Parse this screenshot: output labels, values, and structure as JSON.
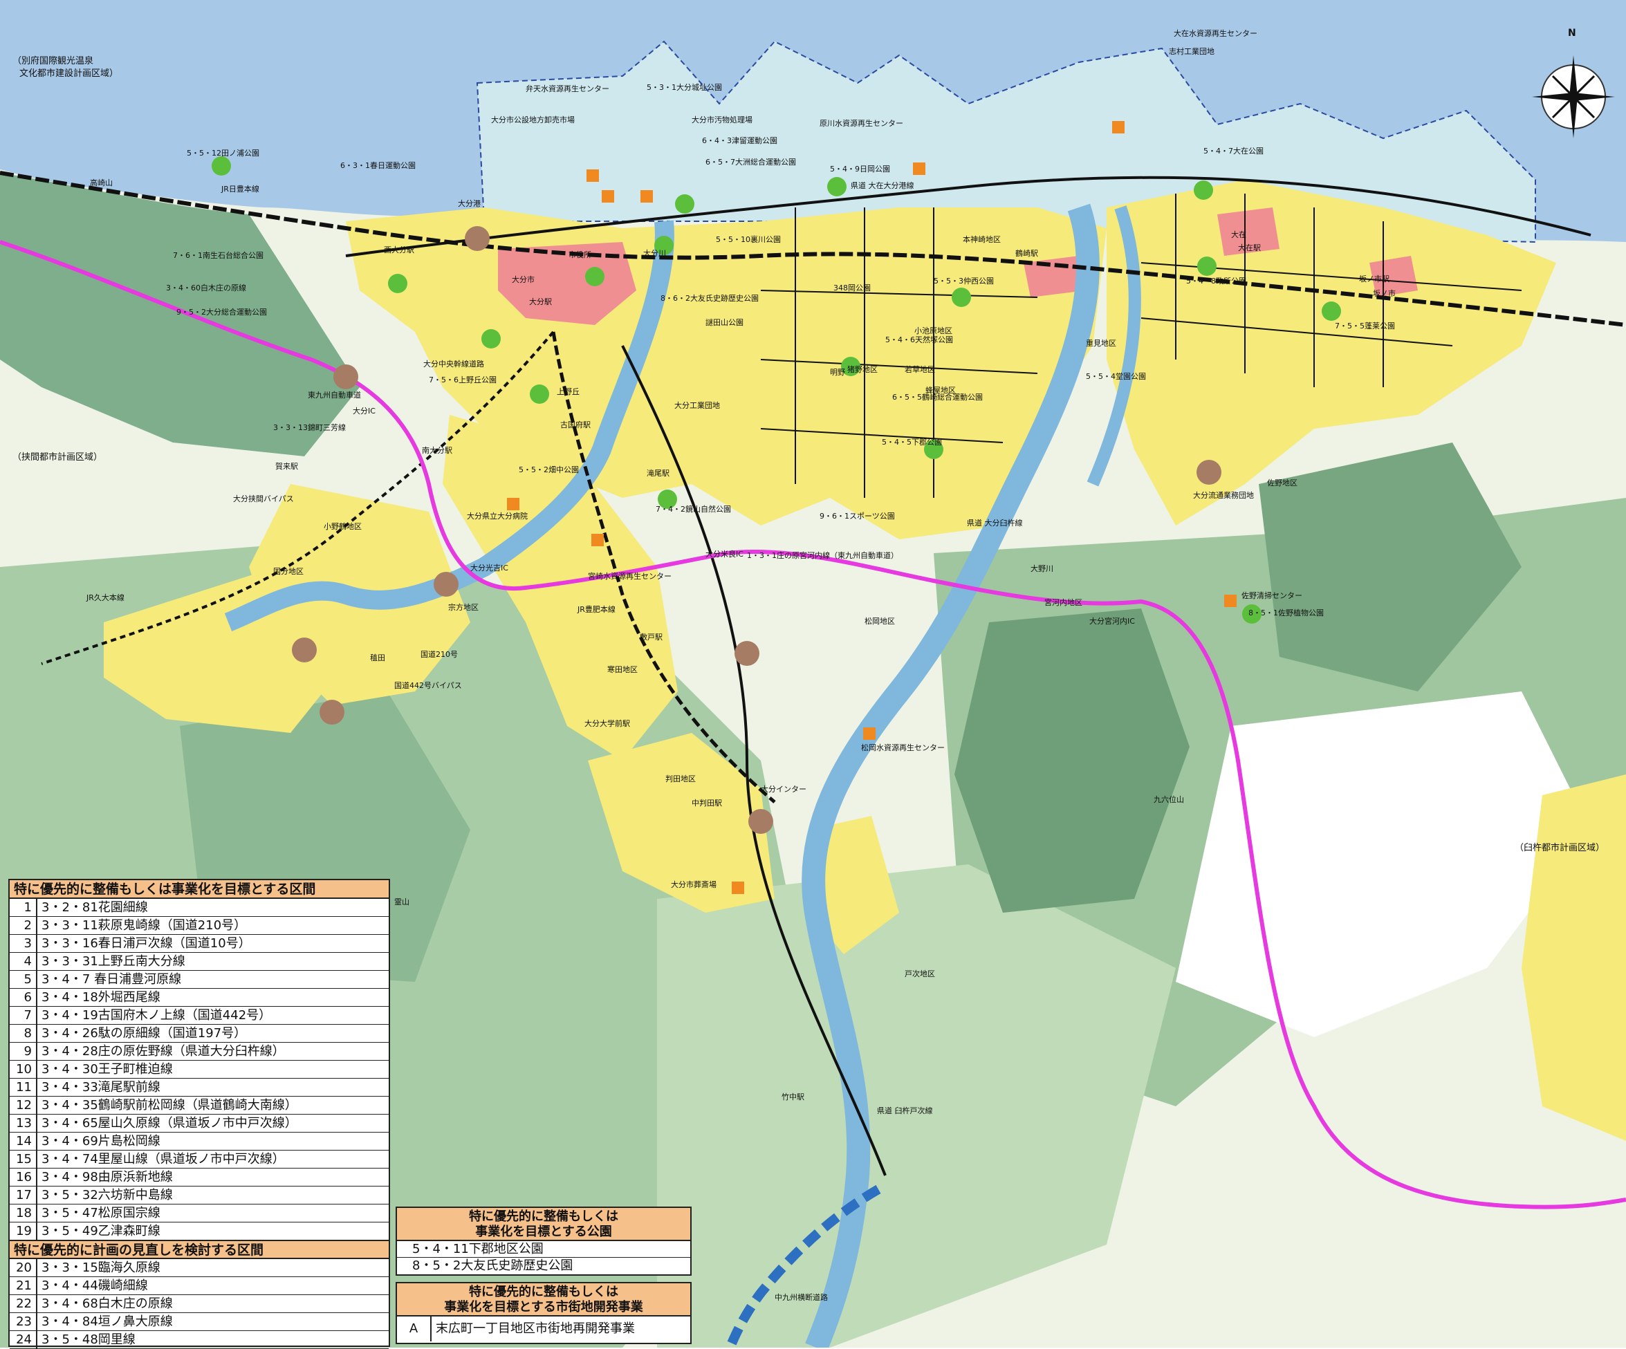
{
  "regions": {
    "beppu": [
      "（別府国際観光温泉",
      "文化都市建設計画区域）"
    ],
    "hasama": "（挟間都市計画区域）",
    "usuki": "（臼杵都市計画区域）"
  },
  "compass": {
    "north": "N"
  },
  "districts": [
    {
      "key": "oita_station",
      "label": "大分駅"
    },
    {
      "key": "oita_city",
      "label": "大分市"
    },
    {
      "key": "city_hall",
      "label": "市役所"
    },
    {
      "key": "oita_port",
      "label": "大分港"
    },
    {
      "key": "nishi_oita",
      "label": "西大分駅"
    },
    {
      "key": "minami_oita",
      "label": "南大分駅"
    },
    {
      "key": "kaku",
      "label": "賀来駅"
    },
    {
      "key": "koyo",
      "label": "古国府駅"
    },
    {
      "key": "takio",
      "label": "滝尾駅"
    },
    {
      "key": "tsurusaki",
      "label": "鶴崎駅"
    },
    {
      "key": "ozai",
      "label": "大在"
    },
    {
      "key": "ozai_st",
      "label": "大在駅"
    },
    {
      "key": "sakanoichi",
      "label": "坂ノ市"
    },
    {
      "key": "sakanoichi_st",
      "label": "坂ノ市駅"
    },
    {
      "key": "shiki",
      "label": "敷戸駅"
    },
    {
      "key": "onoyama",
      "label": "大分大学前駅"
    },
    {
      "key": "nakahanda",
      "label": "中判田駅"
    },
    {
      "key": "ota",
      "label": "大分インター"
    },
    {
      "key": "oita_ic",
      "label": "大分IC"
    },
    {
      "key": "miyagawauchi_ic",
      "label": "大分宮河内IC"
    },
    {
      "key": "mera_ic",
      "label": "大分米良IC"
    },
    {
      "key": "mitsuyoshi_ic",
      "label": "大分光吉IC"
    },
    {
      "key": "onoya",
      "label": "小野鶴地区"
    },
    {
      "key": "kokubu",
      "label": "国分地区"
    },
    {
      "key": "sakata",
      "label": "稙田"
    },
    {
      "key": "munekata",
      "label": "宗方地区"
    },
    {
      "key": "sayama",
      "label": "寒田地区"
    },
    {
      "key": "handa",
      "label": "判田地区"
    },
    {
      "key": "matsuoka",
      "label": "松岡地区"
    },
    {
      "key": "miyagawauchi",
      "label": "宮河内地区"
    },
    {
      "key": "sano",
      "label": "佐野地区"
    },
    {
      "key": "tomori",
      "label": "戸次地区"
    },
    {
      "key": "takenaka",
      "label": "竹中駅"
    },
    {
      "key": "inokuchi",
      "label": "猪野地区"
    },
    {
      "key": "wakakusa",
      "label": "若草地区"
    },
    {
      "key": "akeno",
      "label": "明野"
    },
    {
      "key": "kohara",
      "label": "小池原地区"
    },
    {
      "key": "hachiya",
      "label": "蜂屋地区"
    },
    {
      "key": "honkami",
      "label": "本神崎地区"
    },
    {
      "key": "kunisaki_st",
      "label": "重見地区"
    },
    {
      "key": "ooita_kogyo",
      "label": "大分工業団地"
    },
    {
      "key": "ryutsu",
      "label": "大分流通業務団地"
    },
    {
      "key": "takasaki",
      "label": "高崎山"
    },
    {
      "key": "reizan",
      "label": "霊山"
    },
    {
      "key": "kuroku",
      "label": "九六位山"
    },
    {
      "key": "shimura",
      "label": "志村工業団地"
    }
  ],
  "facilities": [
    {
      "key": "ozai_water",
      "label": "大在水資源再生センター"
    },
    {
      "key": "benten_water",
      "label": "弁天水資源再生センター"
    },
    {
      "key": "oita_castle",
      "label": "5・3・1大分城址公園"
    },
    {
      "key": "market",
      "label": "大分市公設地方卸売市場"
    },
    {
      "key": "kitahama",
      "label": "大分市汚物処理場"
    },
    {
      "key": "harakawa",
      "label": "原川水資源再生センター"
    },
    {
      "key": "tsudome",
      "label": "6・4・3津留運動公園"
    },
    {
      "key": "ozu",
      "label": "6・5・7大洲総合運動公園"
    },
    {
      "key": "hioka",
      "label": "5・4・9日岡公園"
    },
    {
      "key": "tanoura",
      "label": "5・5・12田ノ浦公園"
    },
    {
      "key": "kasugaura",
      "label": "6・3・1春日運動公園"
    },
    {
      "key": "oitaminami",
      "label": "7・6・1南生石台総合公園"
    },
    {
      "key": "shirakiyama",
      "label": "3・4・60白木庄の原線"
    },
    {
      "key": "sports9",
      "label": "9・5・2大分総合運動公園"
    },
    {
      "key": "chuo",
      "label": "大分中央幹線道路"
    },
    {
      "key": "kamino",
      "label": "7・5・6上野丘公園"
    },
    {
      "key": "mitsuyoshi",
      "label": "3・3・13錦町三芳線"
    },
    {
      "key": "bypass",
      "label": "大分挟間バイパス"
    },
    {
      "key": "hospital",
      "label": "大分県立大分病院"
    },
    {
      "key": "hatanaka",
      "label": "5・5・2畑中公園"
    },
    {
      "key": "takasakiyama",
      "label": "7・4・2鏡山自然公園"
    },
    {
      "key": "sports_park",
      "label": "9・6・1スポーツ公園"
    },
    {
      "key": "higashi_kyushu",
      "label": "1・3・1庄の原宮河内線（東九州自動車道）"
    },
    {
      "key": "miyazaki_water",
      "label": "宮崎水資源再生センター"
    },
    {
      "key": "matsuoka_water",
      "label": "松岡水資源再生センター"
    },
    {
      "key": "sano_clean",
      "label": "佐野清掃センター"
    },
    {
      "key": "sano_plant",
      "label": "8・5・1佐野植物公園"
    },
    {
      "key": "saijo",
      "label": "大分市葬斎場"
    },
    {
      "key": "ozai4",
      "label": "5・4・7大在公園"
    },
    {
      "key": "kainan",
      "label": "5・4・8政所公園"
    },
    {
      "key": "hourai",
      "label": "7・5・5蓬莱公園"
    },
    {
      "key": "nakajima",
      "label": "5・5・3仲西公園"
    },
    {
      "key": "tennou",
      "label": "5・4・6天然塚公園"
    },
    {
      "key": "tsurusaki_park",
      "label": "6・5・5鶴崎総合運動公園"
    },
    {
      "key": "shimogori",
      "label": "5・4・5下郡公園"
    },
    {
      "key": "okahashi",
      "label": "5・5・4堂園公園"
    },
    {
      "key": "kanda",
      "label": "5・5・10裏川公園"
    },
    {
      "key": "otomo",
      "label": "8・6・2大友氏史跡歴史公園"
    },
    {
      "key": "oka",
      "label": "348岡公園"
    },
    {
      "key": "kaminoike",
      "label": "謎田山公園"
    },
    {
      "key": "ueno",
      "label": "上野丘"
    },
    {
      "key": "higashi_expwy",
      "label": "東九州自動車道"
    },
    {
      "key": "jr_nippo",
      "label": "JR日豊本線"
    },
    {
      "key": "jr_hohi",
      "label": "JR豊肥本線"
    },
    {
      "key": "jr_kyudai",
      "label": "JR久大本線"
    },
    {
      "key": "ken_ozai",
      "label": "県道 大在大分港線"
    },
    {
      "key": "ken_usuki",
      "label": "県道 大分臼杵線"
    },
    {
      "key": "ken_usuki2",
      "label": "県道 臼杵戸次線"
    },
    {
      "key": "kokudo210",
      "label": "国道210号"
    },
    {
      "key": "kokudo442",
      "label": "国道442号バイパス"
    },
    {
      "key": "nakakyushu",
      "label": "中九州横断道路"
    },
    {
      "key": "onogawa",
      "label": "大野川"
    },
    {
      "key": "oitagawa",
      "label": "大分川"
    }
  ],
  "legend_roads": {
    "header1": "特に優先的に整備もしくは事業化を目標とする区間",
    "items1": [
      {
        "no": "1",
        "name": "3・2・81花園細線"
      },
      {
        "no": "2",
        "name": "3・3・11萩原鬼崎線（国道210号）"
      },
      {
        "no": "3",
        "name": "3・3・16春日浦戸次線（国道10号）"
      },
      {
        "no": "4",
        "name": "3・3・31上野丘南大分線"
      },
      {
        "no": "5",
        "name": "3・4・7 春日浦豊河原線"
      },
      {
        "no": "6",
        "name": "3・4・18外堀西尾線"
      },
      {
        "no": "7",
        "name": "3・4・19古国府木ノ上線（国道442号）"
      },
      {
        "no": "8",
        "name": "3・4・26駄の原細線（国道197号）"
      },
      {
        "no": "9",
        "name": "3・4・28庄の原佐野線（県道大分臼杵線）"
      },
      {
        "no": "10",
        "name": "3・4・30王子町椎迫線"
      },
      {
        "no": "11",
        "name": "3・4・33滝尾駅前線"
      },
      {
        "no": "12",
        "name": "3・4・35鶴崎駅前松岡線（県道鶴崎大南線）"
      },
      {
        "no": "13",
        "name": "3・4・65屋山久原線（県道坂ノ市中戸次線）"
      },
      {
        "no": "14",
        "name": "3・4・69片島松岡線"
      },
      {
        "no": "15",
        "name": "3・4・74里屋山線（県道坂ノ市中戸次線）"
      },
      {
        "no": "16",
        "name": "3・4・98由原浜新地線"
      },
      {
        "no": "17",
        "name": "3・5・32六坊新中島線"
      },
      {
        "no": "18",
        "name": "3・5・47松原国宗線"
      },
      {
        "no": "19",
        "name": "3・5・49乙津森町線"
      }
    ],
    "header2": "特に優先的に計画の見直しを検討する区間",
    "items2": [
      {
        "no": "20",
        "name": "3・3・15臨海久原線"
      },
      {
        "no": "21",
        "name": "3・4・44磯崎細線"
      },
      {
        "no": "22",
        "name": "3・4・68白木庄の原線"
      },
      {
        "no": "23",
        "name": "3・4・84垣ノ鼻大原線"
      },
      {
        "no": "24",
        "name": "3・5・48岡里線"
      }
    ]
  },
  "legend_parks": {
    "header": [
      "特に優先的に整備もしくは",
      "事業化を目標とする公園"
    ],
    "items": [
      "5・4・11下郡地区公園",
      "8・5・2大友氏史跡歴史公園"
    ]
  },
  "legend_redev": {
    "header": [
      "特に優先的に整備もしくは",
      "事業化を目標とする市街地開発事業"
    ],
    "code": "A",
    "name": "末広町一丁目地区市街地再開発事業"
  }
}
